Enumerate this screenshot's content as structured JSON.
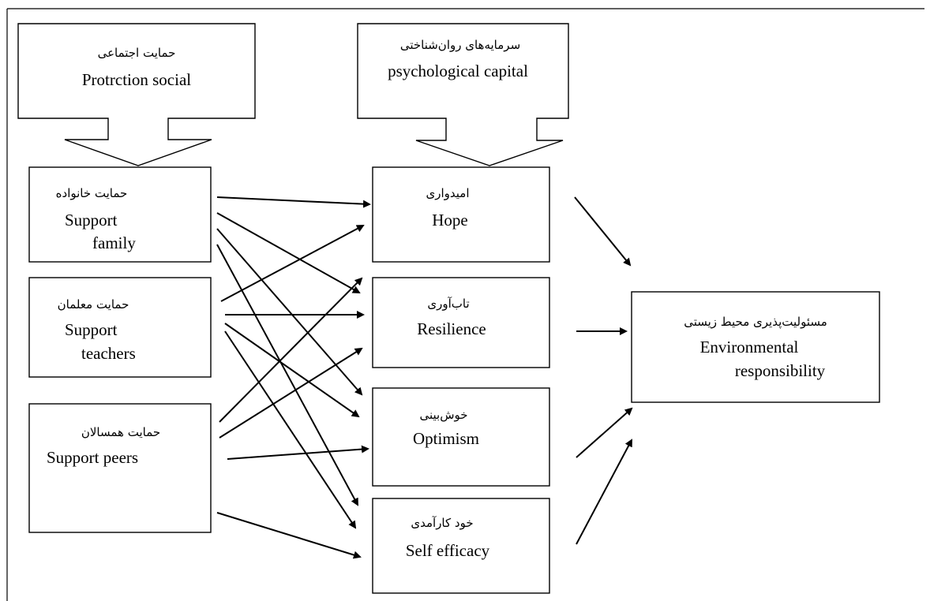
{
  "callouts": {
    "social": {
      "fa": "حمایت اجتماعی",
      "en": "Protrction social"
    },
    "psych": {
      "fa": "سرمایه‌های روان‌شناختی",
      "en": "psychological capital"
    }
  },
  "support": {
    "family": {
      "fa": "حمایت خانواده",
      "en1": "Support",
      "en2": "family"
    },
    "teachers": {
      "fa": "حمایت معلمان",
      "en1": "Support",
      "en2": "teachers"
    },
    "peers": {
      "fa": "حمایت همسالان",
      "en1": "Support peers"
    }
  },
  "capital": {
    "hope": {
      "fa": "امیدواری",
      "en": "Hope"
    },
    "resilience": {
      "fa": "تاب‌آوری",
      "en": "Resilience"
    },
    "optimism": {
      "fa": "خوش‌بینی",
      "en": "Optimism"
    },
    "efficacy": {
      "fa": "خود کارآمدی",
      "en": "Self efficacy"
    }
  },
  "outcome": {
    "fa": "مسئولیت‌پذیری محیط زیستی",
    "en1": "Environmental",
    "en2": "responsibility"
  }
}
